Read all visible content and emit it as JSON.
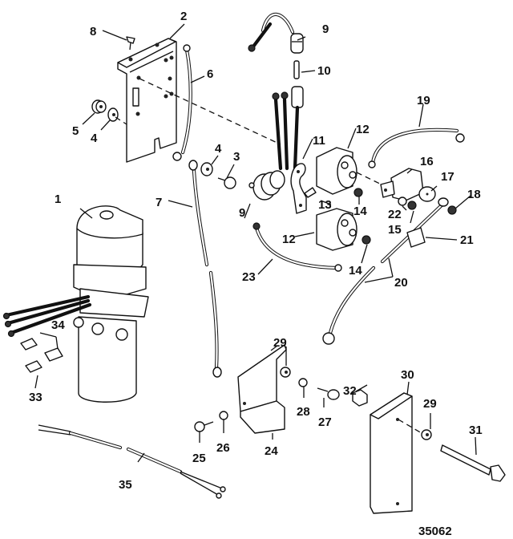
{
  "figure": {
    "type": "exploded-parts-diagram",
    "subject": "Power trim pump and electrical components",
    "figure_number": "35062",
    "line_color": "#111111",
    "background_color": "#ffffff"
  },
  "callouts": [
    {
      "id": "c1",
      "label": "1",
      "part": "trim-pump-motor"
    },
    {
      "id": "c2",
      "label": "2",
      "part": "mounting-bracket"
    },
    {
      "id": "c3",
      "label": "3",
      "part": "screw"
    },
    {
      "id": "c4a",
      "label": "4",
      "part": "washer"
    },
    {
      "id": "c4b",
      "label": "4",
      "part": "washer"
    },
    {
      "id": "c5",
      "label": "5",
      "part": "spacer"
    },
    {
      "id": "c6",
      "label": "6",
      "part": "ground-cable"
    },
    {
      "id": "c7",
      "label": "7",
      "part": "ground-cable"
    },
    {
      "id": "c8",
      "label": "8",
      "part": "screw"
    },
    {
      "id": "c9a",
      "label": "9",
      "part": "fuse-holder"
    },
    {
      "id": "c9b",
      "label": "9",
      "part": "connector-plug"
    },
    {
      "id": "c10",
      "label": "10",
      "part": "fuse"
    },
    {
      "id": "c11",
      "label": "11",
      "part": "solenoid-bracket"
    },
    {
      "id": "c12a",
      "label": "12",
      "part": "solenoid"
    },
    {
      "id": "c12b",
      "label": "12",
      "part": "solenoid"
    },
    {
      "id": "c13",
      "label": "13",
      "part": "screw"
    },
    {
      "id": "c14a",
      "label": "14",
      "part": "nut"
    },
    {
      "id": "c14b",
      "label": "14",
      "part": "nut"
    },
    {
      "id": "c15",
      "label": "15",
      "part": "nut"
    },
    {
      "id": "c16",
      "label": "16",
      "part": "circuit-breaker"
    },
    {
      "id": "c17",
      "label": "17",
      "part": "boot"
    },
    {
      "id": "c18",
      "label": "18",
      "part": "nut"
    },
    {
      "id": "c19",
      "label": "19",
      "part": "cable"
    },
    {
      "id": "c20",
      "label": "20",
      "part": "battery-cable"
    },
    {
      "id": "c21",
      "label": "21",
      "part": "boot"
    },
    {
      "id": "c22",
      "label": "22",
      "part": "lockwasher"
    },
    {
      "id": "c23",
      "label": "23",
      "part": "cable"
    },
    {
      "id": "c24",
      "label": "24",
      "part": "bracket"
    },
    {
      "id": "c25",
      "label": "25",
      "part": "screw"
    },
    {
      "id": "c26",
      "label": "26",
      "part": "washer"
    },
    {
      "id": "c27",
      "label": "27",
      "part": "screw"
    },
    {
      "id": "c28",
      "label": "28",
      "part": "washer"
    },
    {
      "id": "c29a",
      "label": "29",
      "part": "washer"
    },
    {
      "id": "c29b",
      "label": "29",
      "part": "washer"
    },
    {
      "id": "c30",
      "label": "30",
      "part": "mounting-block"
    },
    {
      "id": "c31",
      "label": "31",
      "part": "bolt"
    },
    {
      "id": "c32",
      "label": "32",
      "part": "nut"
    },
    {
      "id": "c33",
      "label": "33",
      "part": "fitting"
    },
    {
      "id": "c34",
      "label": "34",
      "part": "fitting"
    },
    {
      "id": "c35",
      "label": "35",
      "part": "harness"
    }
  ]
}
